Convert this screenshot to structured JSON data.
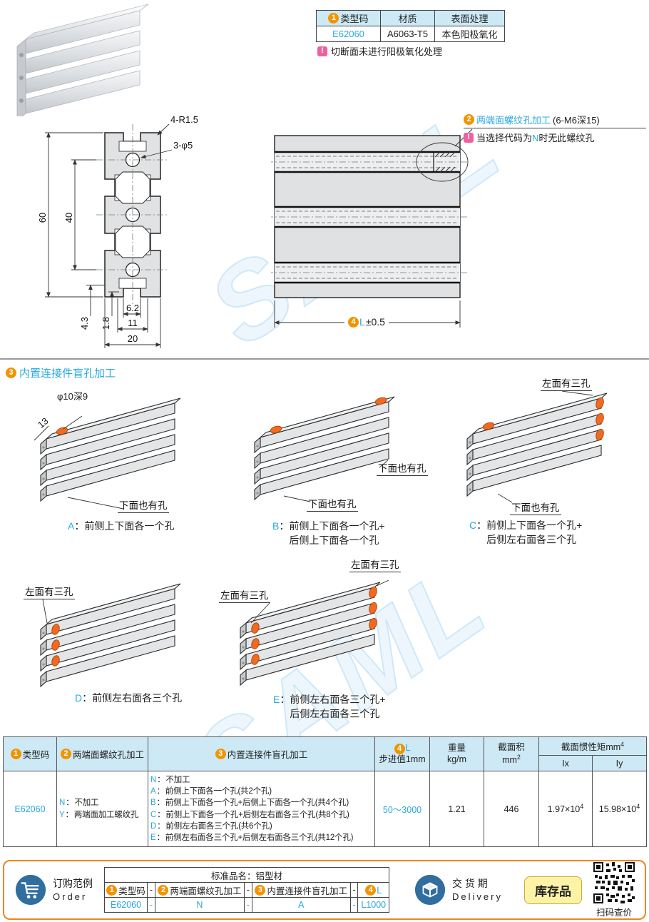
{
  "watermark": "SAML",
  "badges": {
    "b1": "1",
    "b2": "2",
    "b3": "3",
    "b4": "4"
  },
  "info_table": {
    "h_type": "类型码",
    "h_material": "材质",
    "h_surface": "表面处理",
    "code": "E62060",
    "material": "A6063-T5",
    "surface": "本色阳极氧化",
    "note": "切断面未进行阳极氧化处理"
  },
  "front_view": {
    "dim_r": "4-R1.5",
    "dim_hole": "3-φ5",
    "dim_60": "60",
    "dim_40": "40",
    "dim_43": "4.3",
    "dim_18": "1.8",
    "dim_62": "6.2",
    "dim_11": "11",
    "dim_20": "20"
  },
  "side_view": {
    "ann_title": "两端面螺纹孔加工",
    "ann_spec": "(6-M6深15)",
    "note_pre": "当选择代码为",
    "note_code": "N",
    "note_post": "时无此螺纹孔",
    "len_l": "L",
    "len_tol": "±0.5"
  },
  "section3": {
    "title": "内置连接件盲孔加工",
    "sep": "：",
    "a": {
      "id": "A",
      "cap1": "前侧上下面各一个孔",
      "cap2": "",
      "dim_hole": "φ10深9",
      "dim_13": "13",
      "callout_bottom": "下面也有孔"
    },
    "b": {
      "id": "B",
      "cap1": "前侧上下面各一个孔+",
      "cap2": "后侧上下面各一个孔",
      "callout_bottom1": "下面也有孔",
      "callout_bottom2": "下面也有孔"
    },
    "c": {
      "id": "C",
      "cap1": "前侧上下面各一个孔+",
      "cap2": "后侧左右面各三个孔",
      "callout_left": "左面有三孔",
      "callout_bottom": "下面也有孔"
    },
    "d": {
      "id": "D",
      "cap1": "前侧左右面各三个孔",
      "cap2": "",
      "callout_left": "左面有三孔"
    },
    "e": {
      "id": "E",
      "cap1": "前侧左右面各三个孔+",
      "cap2": "后侧左右面各三个孔",
      "callout_left1": "左面有三孔",
      "callout_left2": "左面有三孔"
    }
  },
  "spec_table": {
    "sep": "：",
    "h_type": "类型码",
    "h_thread": "两端面螺纹孔加工",
    "h_blind": "内置连接件盲孔加工",
    "h_l": "L",
    "h_l_sub": "步进值1mm",
    "h_weight": "重量",
    "h_weight_unit": "kg/m",
    "h_area": "截面积",
    "h_area_unit": "mm",
    "h_area_sup": "2",
    "h_inertia": "截面惯性矩mm",
    "h_inertia_sup": "4",
    "h_ix": "Ix",
    "h_iy": "Iy",
    "row": {
      "code": "E62060",
      "thread_options": [
        {
          "code": "N",
          "text": "不加工"
        },
        {
          "code": "Y",
          "text": "两端面加工螺纹孔"
        }
      ],
      "blind_options": [
        {
          "code": "N",
          "text": "不加工"
        },
        {
          "code": "A",
          "text": "前侧上下面各一个孔(共2个孔)"
        },
        {
          "code": "B",
          "text": "前侧上下面各一个孔+后侧上下面各一个孔(共4个孔)"
        },
        {
          "code": "C",
          "text": "前侧上下面各一个孔+后侧左右面各三个孔(共8个孔)"
        },
        {
          "code": "D",
          "text": "前侧左右面各三个孔(共6个孔)"
        },
        {
          "code": "E",
          "text": "前侧左右面各三个孔+后侧左右面各三个孔(共12个孔)"
        }
      ],
      "length": "50～3000",
      "weight": "1.21",
      "area": "446",
      "ix": "1.97×10",
      "ix_sup": "4",
      "iy": "15.98×10",
      "iy_sup": "4"
    }
  },
  "footer": {
    "order_cn": "订购范例",
    "order_en": "Order",
    "table": {
      "title": "标准品名：铝型材",
      "h_type": "类型码",
      "h_thread": "两端面螺纹孔加工",
      "h_blind": "内置连接件盲孔加工",
      "h_l": "L",
      "dash": "-",
      "r_code": "E62060",
      "r_thread": "N",
      "r_blind": "A",
      "r_l": "L1000"
    },
    "delivery_cn": "交 货 期",
    "delivery_en": "Delivery",
    "stock": "库存品",
    "qr_caption": "扫码查价"
  }
}
